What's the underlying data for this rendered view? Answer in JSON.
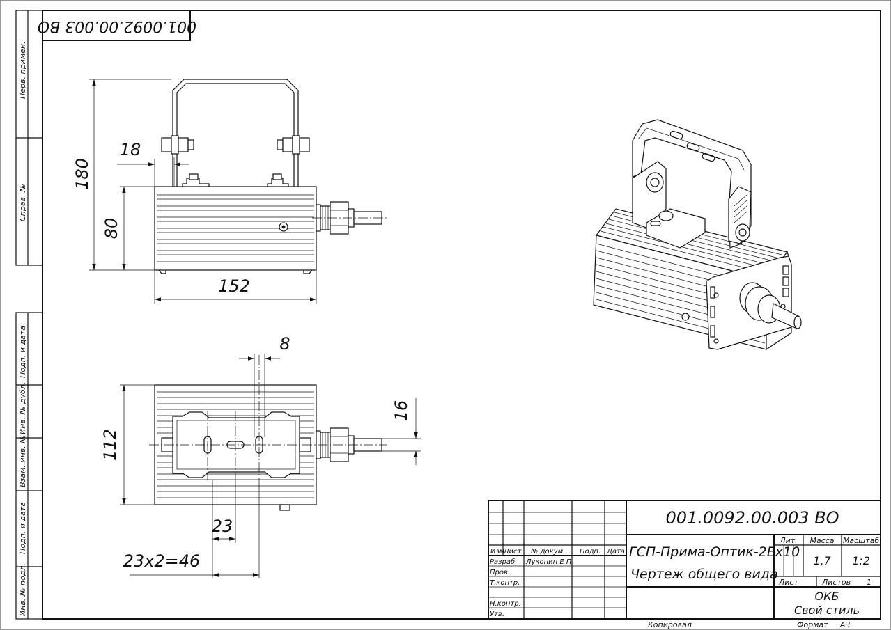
{
  "drawing": {
    "designation": "001.0092.00.003 ВО",
    "designation_rotated": "001.0092.00.003 ВО",
    "product_name": "ГСП-Прима-Оптик-2Ех10",
    "document_name": "Чертеж общего вида",
    "organization_line1": "ОКБ",
    "organization_line2": "Свой стиль",
    "footer_copied": "Копировал",
    "footer_format_label": "Формат",
    "footer_format_value": "А3"
  },
  "title_block": {
    "col_izm": "Изм",
    "col_list": "Лист",
    "col_doc": "№ докум.",
    "col_sign": "Подп.",
    "col_date": "Дата",
    "row_razrab": "Разраб.",
    "row_razrab_name": "Луконин Е П",
    "row_prov": "Пров.",
    "row_tkontr": "Т.контр.",
    "row_nkontr": "Н.контр.",
    "row_utv": "Утв.",
    "lit_label": "Лит.",
    "mass_label": "Масса",
    "scale_label": "Масштаб",
    "mass_value": "1,7",
    "scale_value": "1:2",
    "sheet_label": "Лист",
    "sheets_label": "Листов",
    "sheets_value": "1"
  },
  "side_stamp": {
    "perv_primen": "Перв. примен.",
    "sprav_no": "Справ. №",
    "podp_data_top": "Подп. и дата",
    "inv_dubl": "Инв. № дубл.",
    "vzam_inv": "Взам. инв. №",
    "podp_data_bottom": "Подп. и дата",
    "inv_podl": "Инв. № подл."
  },
  "dimensions": {
    "front_height_total": "180",
    "front_offset": "18",
    "front_body_height": "80",
    "front_length": "152",
    "top_slot_width": "8",
    "top_cable_offset": "16",
    "top_width": "112",
    "top_slot_pitch": "23",
    "top_slot_span": "23x2=46"
  }
}
